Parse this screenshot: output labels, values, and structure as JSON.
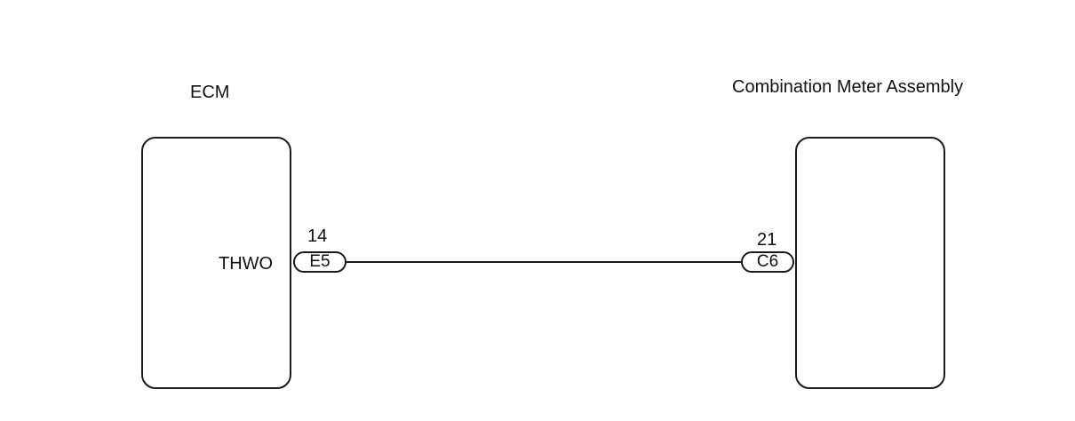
{
  "components": {
    "left": {
      "title": "ECM"
    },
    "right": {
      "title": "Combination Meter Assembly"
    }
  },
  "connection": {
    "signal_name": "THWO",
    "left_pin": "14",
    "left_connector": "E5",
    "right_pin": "21",
    "right_connector": "C6"
  }
}
